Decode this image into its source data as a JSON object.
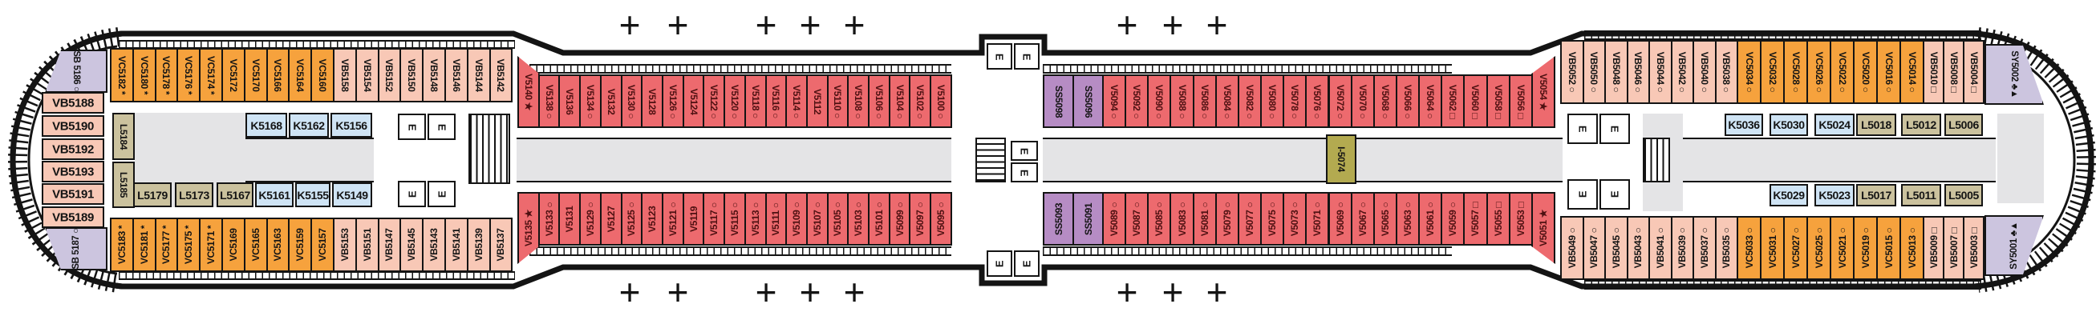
{
  "deck_plan": {
    "colors": {
      "v": "#ed6a6e",
      "vc": "#f6a23d",
      "vb": "#f8c8b6",
      "ss": "#b68cc4",
      "sy": "#ccc5df",
      "k": "#cfe4f5",
      "l": "#cbc29e",
      "i": "#b3aa50",
      "corridor": "#e4e4e6",
      "wall": "#141414"
    },
    "facilities": {
      "elevator_label": "E"
    },
    "symbols": {
      "connecting": "+"
    },
    "cabin_groups": [
      {
        "id": "aftTopVC",
        "category": "vc",
        "cabins": [
          "VC5182 *",
          "VC5180 *",
          "VC5178 *",
          "VC5176 *",
          "VC5174 *",
          "VC5172",
          "VC5170",
          "VC5166",
          "VC5164",
          "VC5160"
        ]
      },
      {
        "id": "aftTopVB",
        "category": "vb",
        "cabins": [
          "VB5158",
          "VB5154",
          "VB5152",
          "VB5150",
          "VB5148",
          "VB5146",
          "VB5144",
          "VB5142"
        ]
      },
      {
        "id": "midTopV1",
        "category": "v",
        "cabins": [
          "V5140 ★",
          "V5138 ○",
          "V5136",
          "V5134 ○",
          "V5132",
          "V5130 ○",
          "V5128",
          "V5126 ○",
          "V5124",
          "V5122 ○",
          "V5120 ○",
          "V5118 ○",
          "V5116 ○",
          "V5114 ○",
          "V5112",
          "V5110 ○",
          "V5108 ○",
          "V5106 ○",
          "V5104 ○",
          "V5102 ○",
          "V5100 ○"
        ]
      },
      {
        "id": "midTopSS",
        "category": "ss",
        "cabins": [
          "SS5098",
          "SS5096"
        ]
      },
      {
        "id": "midTopV2",
        "category": "v",
        "cabins": [
          "V5094 ○",
          "V5092 ○",
          "V5090 ○",
          "V5088 ○",
          "V5086 ○",
          "V5084 ○",
          "V5082 ○",
          "V5080 ○",
          "V5078 ○",
          "V5076 ○",
          "V5072 ○",
          "V5070 ○",
          "V5068 ○",
          "V5066 ○",
          "V5064 ○",
          "V5062 □",
          "V5060 □",
          "V5058 □",
          "V5056 □",
          "V5054 ★"
        ]
      },
      {
        "id": "foreTopVB1",
        "category": "vb",
        "cabins": [
          "VB5052 ○",
          "VB5050 ○",
          "VB5048 ○",
          "VB5046 ○",
          "VB5044 ○",
          "VB5042 ○",
          "VB5040 ○",
          "VB5038 ○"
        ]
      },
      {
        "id": "foreTopVC",
        "category": "vc",
        "cabins": [
          "VC5034 ○",
          "VC5032 ○",
          "VC5028 ○",
          "VC5026 ○",
          "VC5022 ○",
          "VC5020 ○",
          "VC5016 ○",
          "VC5014 ○"
        ]
      },
      {
        "id": "foreTopVB2",
        "category": "vb",
        "cabins": [
          "VB5010 □",
          "VB5008 □",
          "VB5004 □"
        ]
      },
      {
        "id": "aftBotVC",
        "category": "vc",
        "cabins": [
          "VC5183 *",
          "VC5181 *",
          "VC5177 *",
          "VC5175 *",
          "VC5171 *",
          "VC5169",
          "VC5165",
          "VC5163",
          "VC5159",
          "VC5157"
        ]
      },
      {
        "id": "aftBotVB",
        "category": "vb",
        "cabins": [
          "VB5153",
          "VB5151",
          "VB5147",
          "VB5145",
          "VB5143",
          "VB5141",
          "VB5139",
          "VB5137"
        ]
      },
      {
        "id": "midBotV1",
        "category": "v",
        "cabins": [
          "V5135 ★",
          "V5133 ○",
          "V5131",
          "V5129 ○",
          "V5127",
          "V5125 ○",
          "V5123",
          "V5121 ○",
          "V5119",
          "V5117 ○",
          "V5115 ○",
          "V5113 ○",
          "V5111 ○",
          "V5109 ○",
          "V5107 ○",
          "V5105 ○",
          "V5103 ○",
          "V5101 ○",
          "V5099 ○",
          "V5097 ○",
          "V5095 ○"
        ]
      },
      {
        "id": "midBotSS",
        "category": "ss",
        "cabins": [
          "SS5093",
          "SS5091"
        ]
      },
      {
        "id": "midBotV2",
        "category": "v",
        "cabins": [
          "V5089 ○",
          "V5087 ○",
          "V5085 ○",
          "V5083 ○",
          "V5081 ○",
          "V5079 ○",
          "V5077 ○",
          "V5075 ○",
          "V5073 ○",
          "V5071 ○",
          "V5069 ○",
          "V5067 ○",
          "V5065 ○",
          "V5063 ○",
          "V5061 ○",
          "V5059 ○",
          "V5057 □",
          "V5055 □",
          "V5053 □",
          "V5051 ★"
        ]
      },
      {
        "id": "foreBotVB1",
        "category": "vb",
        "cabins": [
          "VB5049 ○",
          "VB5047 ○",
          "VB5045 ○",
          "VB5043 ○",
          "VB5041 ○",
          "VB5039 ○",
          "VB5037 ○",
          "VB5035 ○"
        ]
      },
      {
        "id": "foreBotVC",
        "category": "vc",
        "cabins": [
          "VC5033 ○",
          "VC5031 ○",
          "VC5027 ○",
          "VC5025 ○",
          "VC5021 ○",
          "VC5019 ○",
          "VC5015 ○",
          "VC5013 ○"
        ]
      },
      {
        "id": "foreBotVB2",
        "category": "vb",
        "cabins": [
          "VB5009 □",
          "VB5007 □",
          "VB5003 □"
        ]
      }
    ],
    "single_cabins": [
      {
        "id": "SB5186",
        "category": "sy",
        "label": "SB 5186 ○"
      },
      {
        "id": "SB5187",
        "category": "sy",
        "label": "SB 5187 ○"
      },
      {
        "id": "VB5188",
        "category": "vb",
        "label": "VB5188"
      },
      {
        "id": "VB5190",
        "category": "vb",
        "label": "VB5190"
      },
      {
        "id": "VB5192",
        "category": "vb",
        "label": "VB5192"
      },
      {
        "id": "VB5193",
        "category": "vb",
        "label": "VB5193"
      },
      {
        "id": "VB5191",
        "category": "vb",
        "label": "VB5191"
      },
      {
        "id": "VB5189",
        "category": "vb",
        "label": "VB5189"
      },
      {
        "id": "L5184",
        "category": "l",
        "label": "L5184"
      },
      {
        "id": "L5185",
        "category": "l",
        "label": "L5185"
      },
      {
        "id": "K5168",
        "category": "k",
        "label": "K5168"
      },
      {
        "id": "K5162",
        "category": "k",
        "label": "K5162"
      },
      {
        "id": "K5156",
        "category": "k",
        "label": "K5156"
      },
      {
        "id": "L5179",
        "category": "l",
        "label": "L5179"
      },
      {
        "id": "L5173",
        "category": "l",
        "label": "L5173"
      },
      {
        "id": "L5167",
        "category": "l",
        "label": "L5167"
      },
      {
        "id": "K5161",
        "category": "k",
        "label": "K5161"
      },
      {
        "id": "K5155",
        "category": "k",
        "label": "K5155"
      },
      {
        "id": "K5149",
        "category": "k",
        "label": "K5149"
      },
      {
        "id": "I5074",
        "category": "i",
        "label": "I-5074"
      },
      {
        "id": "K5036",
        "category": "k",
        "label": "K5036"
      },
      {
        "id": "K5030",
        "category": "k",
        "label": "K5030"
      },
      {
        "id": "K5024",
        "category": "k",
        "label": "K5024"
      },
      {
        "id": "L5018",
        "category": "l",
        "label": "L5018"
      },
      {
        "id": "L5012",
        "category": "l",
        "label": "L5012"
      },
      {
        "id": "L5006",
        "category": "l",
        "label": "L5006"
      },
      {
        "id": "K5029",
        "category": "k",
        "label": "K5029"
      },
      {
        "id": "K5023",
        "category": "k",
        "label": "K5023"
      },
      {
        "id": "L5017",
        "category": "l",
        "label": "L5017"
      },
      {
        "id": "L5011",
        "category": "l",
        "label": "L5011"
      },
      {
        "id": "L5005",
        "category": "l",
        "label": "L5005"
      },
      {
        "id": "SY5002",
        "category": "sy",
        "label": "SY5002 ♣▲"
      },
      {
        "id": "SY5001",
        "category": "sy",
        "label": "SY5001 ♣▲"
      }
    ]
  }
}
